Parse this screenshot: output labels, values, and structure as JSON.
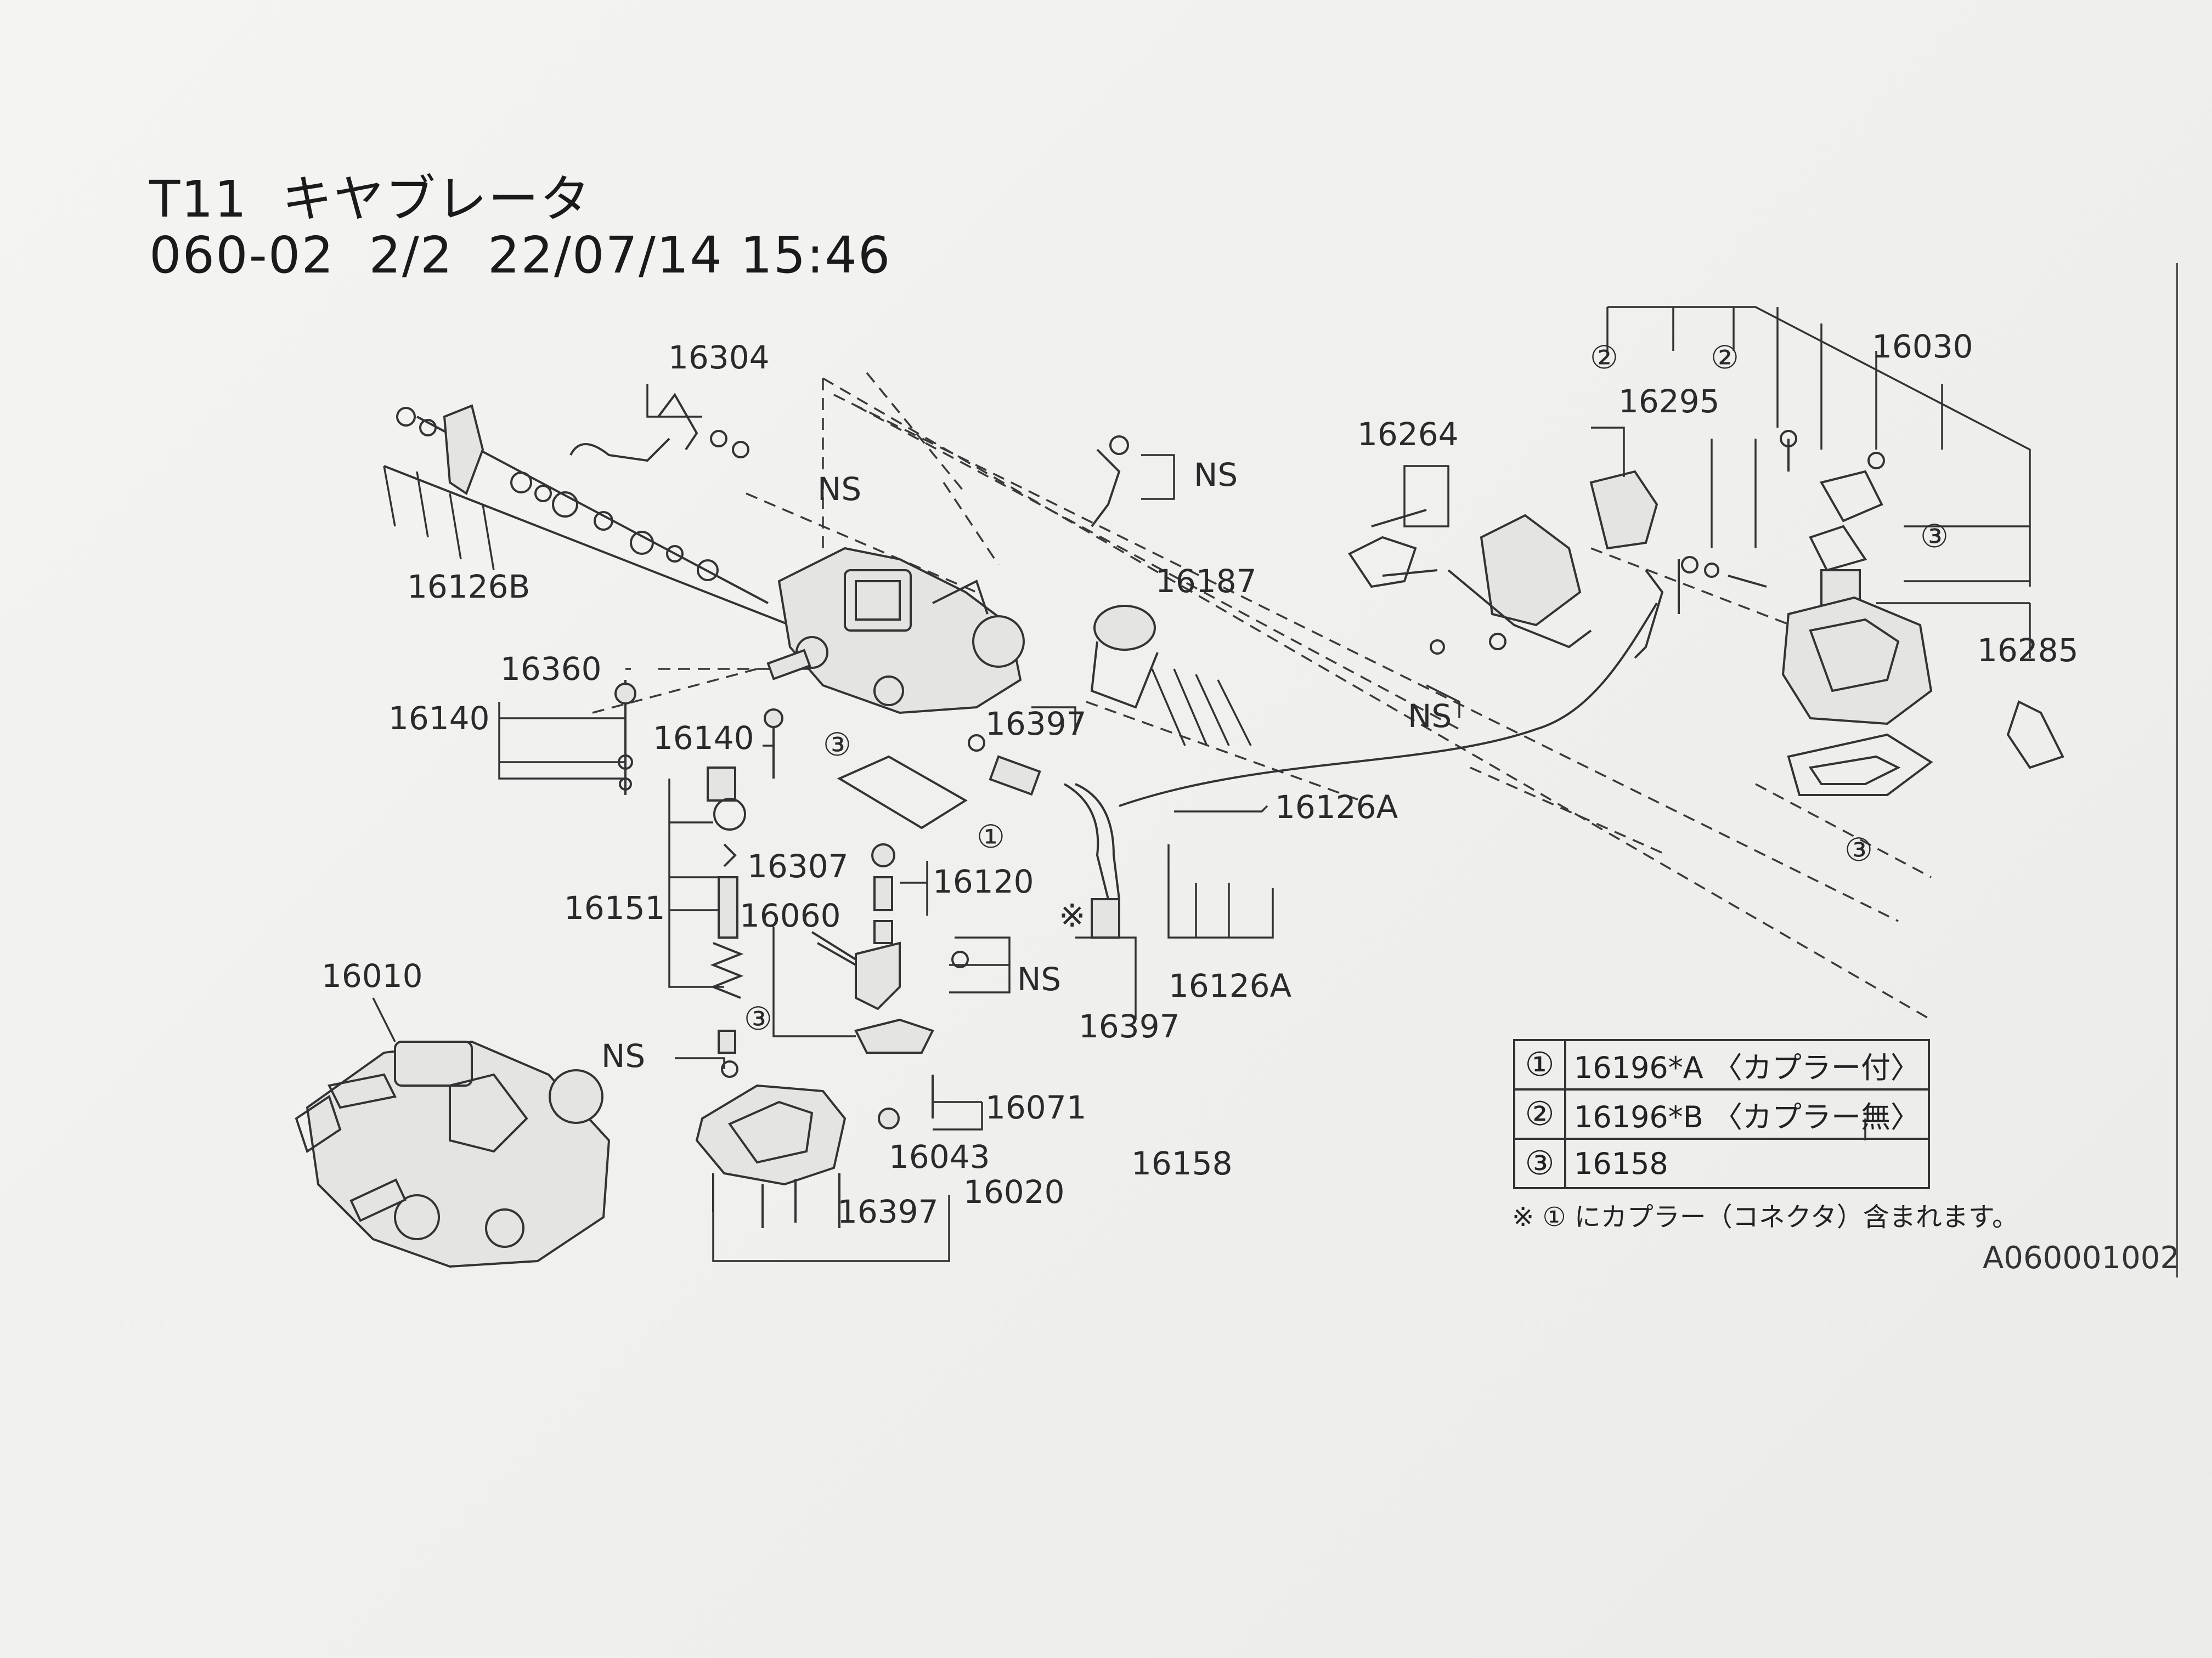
{
  "header": {
    "model_title": "T11  キヤブレータ",
    "page_info": "060-02  2/2  22/07/14 15:46"
  },
  "callouts": {
    "c16304": "16304",
    "c16126B": "16126B",
    "c16360": "16360",
    "c16140a": "16140",
    "c16140b": "16140",
    "c16307": "16307",
    "c16151": "16151",
    "c16060": "16060",
    "c16120": "16120",
    "c16397a": "16397",
    "c16397b": "16397",
    "c16397c": "16397",
    "c16187": "16187",
    "c16126Aa": "16126A",
    "c16126Ab": "16126A",
    "c16010": "16010",
    "c16071": "16071",
    "c16043": "16043",
    "c16020": "16020",
    "c16158": "16158",
    "c16264": "16264",
    "c16295": "16295",
    "c16030": "16030",
    "c16285": "16285",
    "ns1": "NS",
    "ns2": "NS",
    "ns3": "NS",
    "ns4": "NS",
    "ns5": "NS",
    "circ1": "①",
    "circ2a": "②",
    "circ2b": "②",
    "circ3a": "③",
    "circ3b": "③",
    "circ3c": "③",
    "circ3d": "③",
    "kome": "※"
  },
  "legend": {
    "rows": [
      {
        "mark": "①",
        "text": "16196*A 〈カプラー付〉"
      },
      {
        "mark": "②",
        "text": "16196*B 〈カプラー無〉"
      },
      {
        "mark": "③",
        "text": "16158"
      }
    ],
    "note": "※ ① にカプラー（コネクタ）含まれます。"
  },
  "doc_code": "A060001002"
}
